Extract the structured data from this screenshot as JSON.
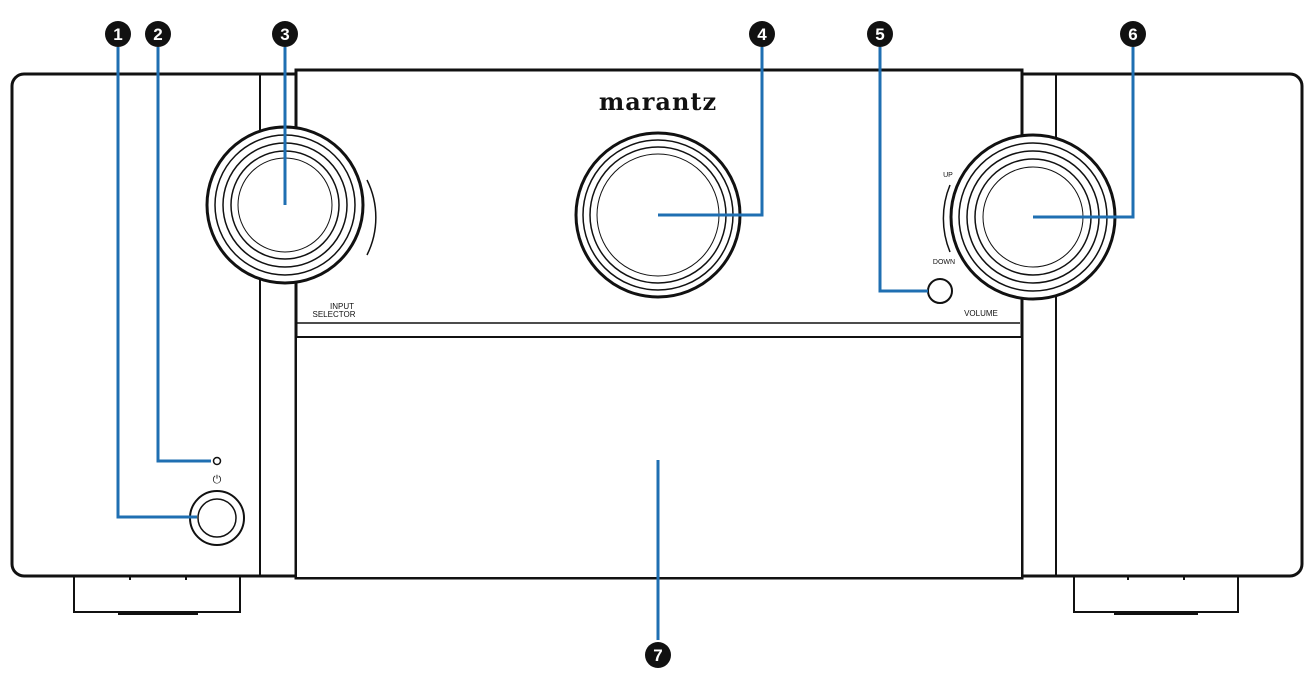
{
  "brand": "marantz",
  "labels": {
    "input_selector_line1": "INPUT",
    "input_selector_line2": "SELECTOR",
    "volume": "VOLUME",
    "up": "UP",
    "down": "DOWN",
    "power_symbol": "⏻"
  },
  "callouts": [
    {
      "number": "1"
    },
    {
      "number": "2"
    },
    {
      "number": "3"
    },
    {
      "number": "4"
    },
    {
      "number": "5"
    },
    {
      "number": "6"
    },
    {
      "number": "7"
    }
  ],
  "colors": {
    "leader_line": "#1f6fb2",
    "callout_fill": "#111111",
    "outline": "#111111"
  }
}
